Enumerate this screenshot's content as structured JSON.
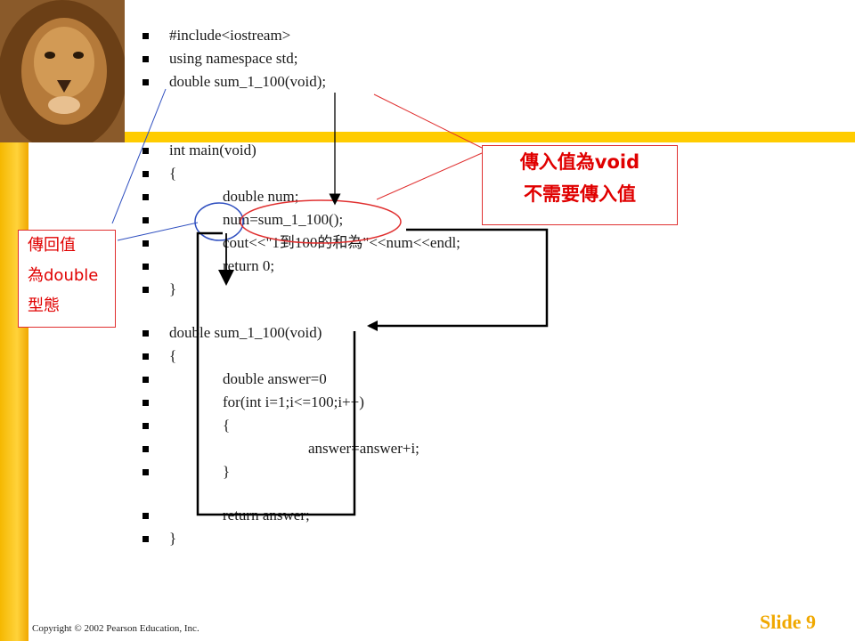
{
  "code_lines": [
    "#include<iostream>",
    "using namespace std;",
    "double sum_1_100(void);",
    "int main(void)",
    "{",
    "double num;",
    "num=sum_1_100();",
    "cout<<\"1到100的和為\"<<num<<endl;",
    "return 0;",
    "}",
    "double sum_1_100(void)",
    "{",
    "double answer=0",
    "for(int i=1;i<=100;i++)",
    "{",
    "answer=answer+i;",
    "}",
    "return answer;",
    "}"
  ],
  "callout_right": {
    "line1": "傳入值為void",
    "line2": "不需要傳入值"
  },
  "callout_left": {
    "line1": "傳回值",
    "line2": "為double",
    "line3": "型態"
  },
  "footer": {
    "copyright": "Copyright © 2002 Pearson Education, Inc.",
    "slide": "Slide 9"
  },
  "colors": {
    "accent": "#ffcc00",
    "callout_text": "#e00000",
    "slide_number": "#f0a800"
  }
}
